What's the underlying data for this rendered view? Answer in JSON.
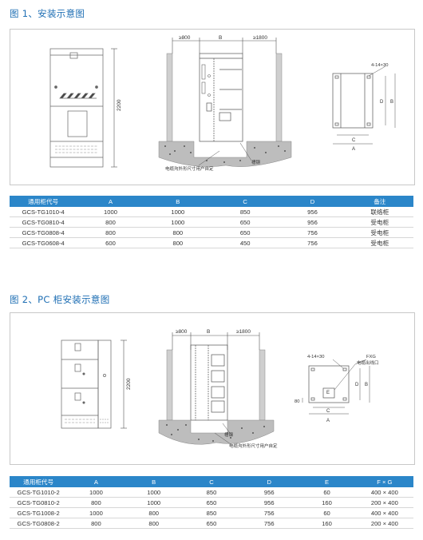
{
  "section1": {
    "title": "图 1、安装示意图",
    "drawing": {
      "height_dim": "2200",
      "dim_left": "≥800",
      "dim_mid": "B",
      "dim_right": "≥1800",
      "cable_note": "电缆沟外形尺寸用户自定",
      "channel_steel": "槽钢",
      "holes": "4-14×30",
      "label_A": "A",
      "label_B": "B",
      "label_C": "C",
      "label_D": "D"
    },
    "table": {
      "headers": [
        "通用柜代号",
        "A",
        "B",
        "C",
        "D",
        "备注"
      ],
      "rows": [
        [
          "GCS-TG1010-4",
          "1000",
          "1000",
          "850",
          "956",
          "联络柜"
        ],
        [
          "GCS-TG0810-4",
          "800",
          "1000",
          "650",
          "956",
          "受电柜"
        ],
        [
          "GCS-TG0808-4",
          "800",
          "800",
          "650",
          "756",
          "受电柜"
        ],
        [
          "GCS-TG0608-4",
          "600",
          "800",
          "450",
          "756",
          "受电柜"
        ]
      ]
    }
  },
  "section2": {
    "title": "图 2、PC 柜安装示意图",
    "drawing": {
      "height_dim": "2200",
      "dim_left": "≥800",
      "dim_mid": "B",
      "dim_right": "≥1800",
      "cable_note": "电缆沟外形尺寸用户自定",
      "channel_steel": "槽钢",
      "holes": "4-14×30",
      "fxg": "FXG",
      "cable_outlet": "电缆出线口",
      "dim_80": "80",
      "label_A": "A",
      "label_B": "B",
      "label_C": "C",
      "label_D": "D",
      "label_E": "E"
    },
    "table": {
      "headers": [
        "通用柜代号",
        "A",
        "B",
        "C",
        "D",
        "E",
        "F × G"
      ],
      "rows": [
        [
          "GCS-TG1010-2",
          "1000",
          "1000",
          "850",
          "956",
          "60",
          "400 × 400"
        ],
        [
          "GCS-TG0810-2",
          "800",
          "1000",
          "650",
          "956",
          "160",
          "200 × 400"
        ],
        [
          "GCS-TG1008-2",
          "1000",
          "800",
          "850",
          "756",
          "60",
          "400 × 400"
        ],
        [
          "GCS-TG0808-2",
          "800",
          "800",
          "650",
          "756",
          "160",
          "200 × 400"
        ]
      ]
    }
  },
  "colors": {
    "accent": "#2b86c9",
    "title": "#1f6fb4",
    "line": "#555555",
    "ground": "#bdbdbd"
  }
}
